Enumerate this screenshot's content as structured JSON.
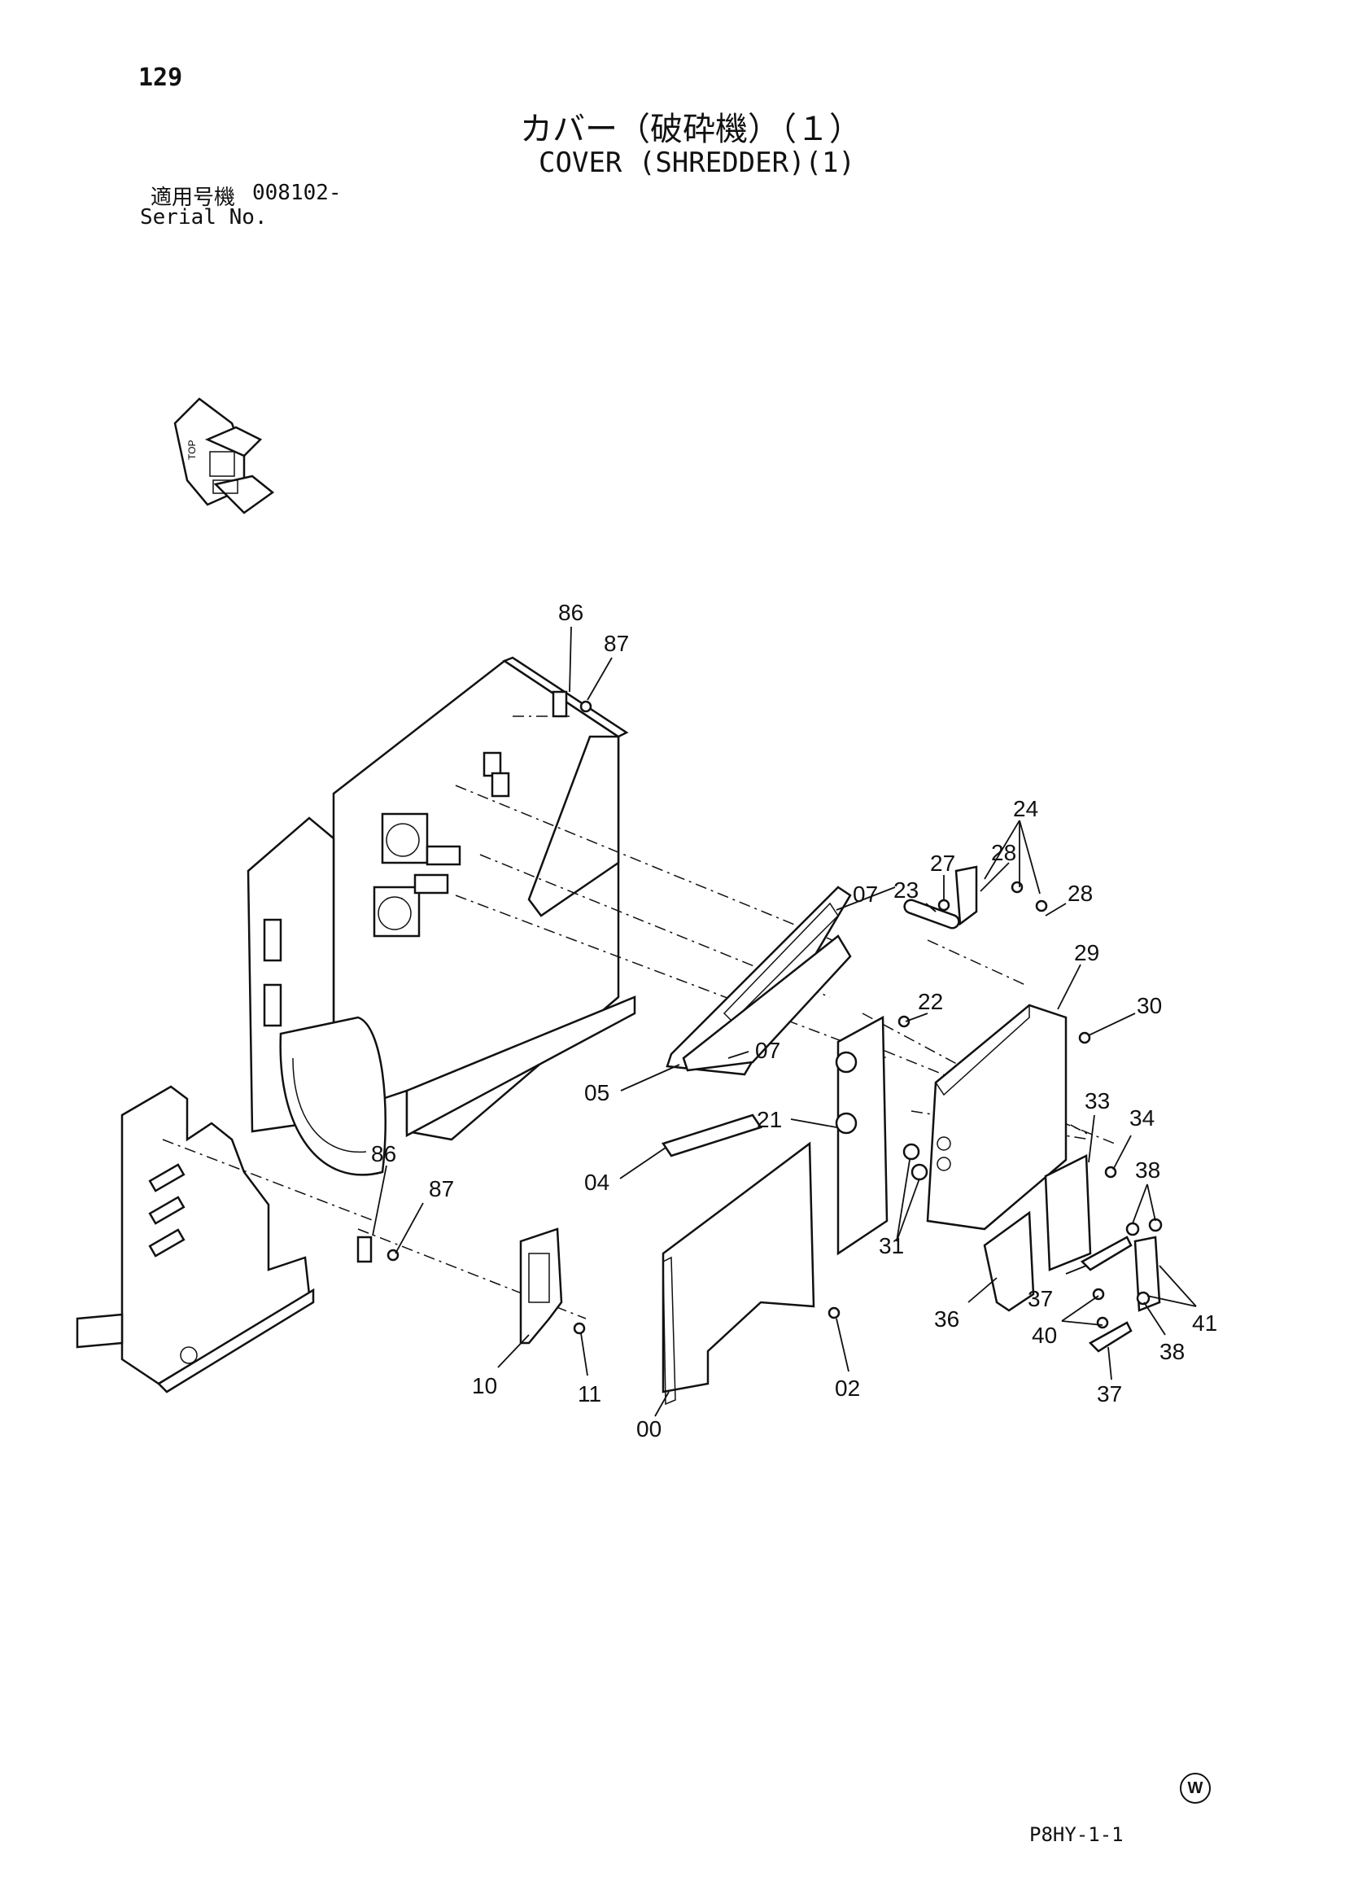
{
  "header": {
    "page_number": "129",
    "title_jp": "カバー（破砕機）（１）",
    "title_en": "COVER (SHREDDER)(1)",
    "serial_label_jp": "適用号機",
    "serial_value": "008102-",
    "serial_label_en": "Serial No."
  },
  "orientation_icon": {
    "label": "TOP"
  },
  "callouts": [
    {
      "id": "c86a",
      "text": "86"
    },
    {
      "id": "c87a",
      "text": "87"
    },
    {
      "id": "c24",
      "text": "24"
    },
    {
      "id": "c27",
      "text": "27"
    },
    {
      "id": "c28a",
      "text": "28"
    },
    {
      "id": "c28b",
      "text": "28"
    },
    {
      "id": "c07a",
      "text": "07"
    },
    {
      "id": "c23",
      "text": "23"
    },
    {
      "id": "c29",
      "text": "29"
    },
    {
      "id": "c22",
      "text": "22"
    },
    {
      "id": "c30",
      "text": "30"
    },
    {
      "id": "c07b",
      "text": "07"
    },
    {
      "id": "c05",
      "text": "05"
    },
    {
      "id": "c21",
      "text": "21"
    },
    {
      "id": "c33",
      "text": "33"
    },
    {
      "id": "c34",
      "text": "34"
    },
    {
      "id": "c86b",
      "text": "86"
    },
    {
      "id": "c87b",
      "text": "87"
    },
    {
      "id": "c04",
      "text": "04"
    },
    {
      "id": "c38a",
      "text": "38"
    },
    {
      "id": "c31",
      "text": "31"
    },
    {
      "id": "c37a",
      "text": "37"
    },
    {
      "id": "c36",
      "text": "36"
    },
    {
      "id": "c41",
      "text": "41"
    },
    {
      "id": "c40",
      "text": "40"
    },
    {
      "id": "c38b",
      "text": "38"
    },
    {
      "id": "c10",
      "text": "10"
    },
    {
      "id": "c11",
      "text": "11"
    },
    {
      "id": "c02",
      "text": "02"
    },
    {
      "id": "c37b",
      "text": "37"
    },
    {
      "id": "c00",
      "text": "00"
    }
  ],
  "footer": {
    "drawing_code": "P8HY-1-1",
    "stamp": "W"
  }
}
